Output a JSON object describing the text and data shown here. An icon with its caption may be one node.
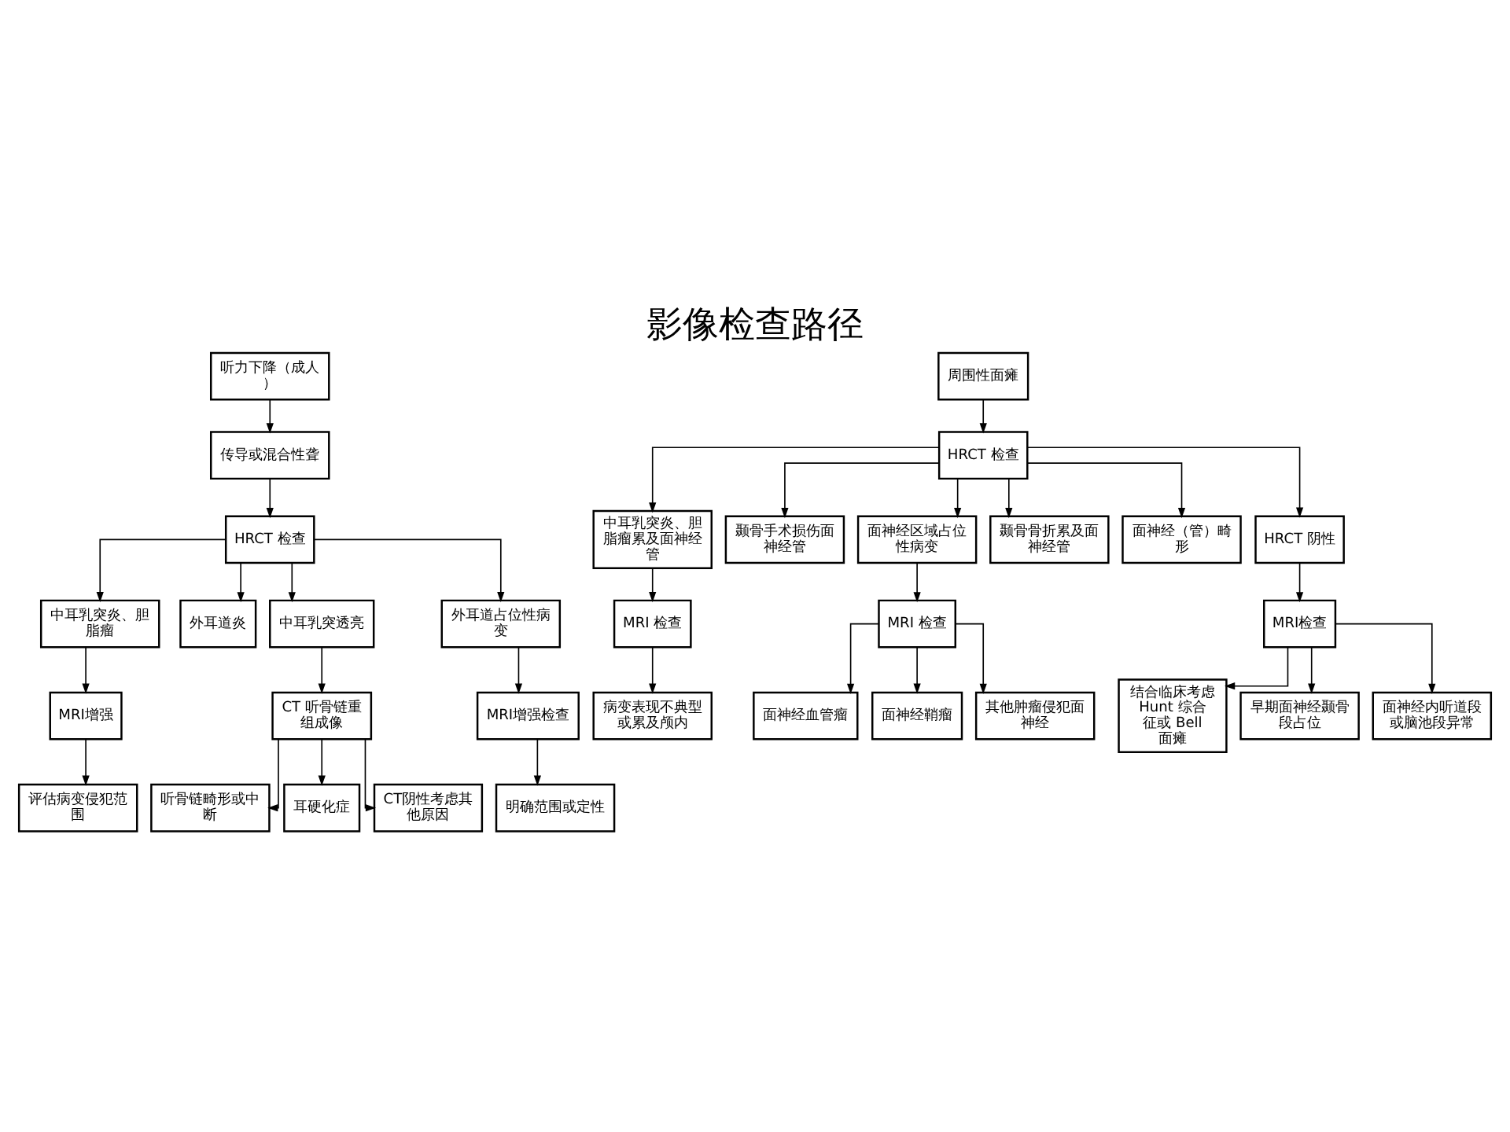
{
  "diagram": {
    "title": "影像检查路径",
    "nodes": [
      {
        "text": [
          "听力下降（成人）"
        ]
      },
      {
        "text": [
          "传导或混合性聋"
        ]
      },
      {
        "text": [
          "HRCT 检查"
        ]
      },
      {
        "text": [
          "中耳乳突炎、胆脂瘤"
        ]
      },
      {
        "text": [
          "外耳道炎"
        ]
      },
      {
        "text": [
          "中耳乳突透亮"
        ]
      },
      {
        "text": [
          "外耳道占位性病变"
        ]
      },
      {
        "text": [
          "MRI增强"
        ]
      },
      {
        "text": [
          "CT 听骨链重组成像"
        ]
      },
      {
        "text": [
          "MRI增强检查"
        ]
      },
      {
        "text": [
          "评估病变侵犯范围"
        ]
      },
      {
        "text": [
          "听骨链畸形或中断"
        ]
      },
      {
        "text": [
          "耳硬化症"
        ]
      },
      {
        "text": [
          "CT阴性考虑其他原因"
        ]
      },
      {
        "text": [
          "明确范围或定性"
        ]
      },
      {
        "text": [
          "周围性面瘫"
        ]
      },
      {
        "text": [
          "HRCT 检查"
        ]
      },
      {
        "text": [
          "中耳乳突炎、胆脂瘤累及面神经管"
        ]
      },
      {
        "text": [
          "颞骨手术损伤面神经管"
        ]
      },
      {
        "text": [
          "面神经区域占位性病变"
        ]
      },
      {
        "text": [
          "颞骨骨折累及面神经管"
        ]
      },
      {
        "text": [
          "面神经（管）畸形"
        ]
      },
      {
        "text": [
          "HRCT 阴性"
        ]
      },
      {
        "text": [
          "MRI 检查"
        ]
      },
      {
        "text": [
          "MRI 检查"
        ]
      },
      {
        "text": [
          "MRI检查"
        ]
      },
      {
        "text": [
          "病变表现不典型或累及颅内"
        ]
      },
      {
        "text": [
          "面神经血管瘤"
        ]
      },
      {
        "text": [
          "面神经鞘瘤"
        ]
      },
      {
        "text": [
          "其他肿瘤侵犯面神经"
        ]
      },
      {
        "text": [
          "结合临床考虑 Hunt 综合征或 Bell 面瘫"
        ]
      },
      {
        "text": [
          "早期面神经颞骨段占位"
        ]
      },
      {
        "text": [
          "面神经内听道段或脑池段异常"
        ]
      }
    ],
    "edges": [
      {
        "from": 0,
        "to": 1,
        "arrow": "to"
      },
      {
        "from": 1,
        "to": 2,
        "arrow": "to"
      },
      {
        "from": 2,
        "to": 3,
        "arrow": "to"
      },
      {
        "from": 2,
        "to": 4,
        "arrow": "to"
      },
      {
        "from": 2,
        "to": 5,
        "arrow": "to"
      },
      {
        "from": 2,
        "to": 6,
        "arrow": "to"
      },
      {
        "from": 3,
        "to": 7,
        "arrow": "to"
      },
      {
        "from": 5,
        "to": 8,
        "arrow": "to"
      },
      {
        "from": 6,
        "to": 9,
        "arrow": "to"
      },
      {
        "from": 7,
        "to": 10,
        "arrow": "to"
      },
      {
        "from": 8,
        "to": 11,
        "arrow": "to"
      },
      {
        "from": 8,
        "to": 12,
        "arrow": "to"
      },
      {
        "from": 8,
        "to": 13,
        "arrow": "to"
      },
      {
        "from": 9,
        "to": 14,
        "arrow": "to"
      },
      {
        "from": 15,
        "to": 16,
        "arrow": "to"
      },
      {
        "from": 16,
        "to": 17,
        "arrow": "to"
      },
      {
        "from": 16,
        "to": 18,
        "arrow": "to"
      },
      {
        "from": 16,
        "to": 19,
        "arrow": "to"
      },
      {
        "from": 16,
        "to": 20,
        "arrow": "to"
      },
      {
        "from": 16,
        "to": 21,
        "arrow": "to"
      },
      {
        "from": 16,
        "to": 22,
        "arrow": "to"
      },
      {
        "from": 17,
        "to": 23,
        "arrow": "to"
      },
      {
        "from": 19,
        "to": 24,
        "arrow": "to"
      },
      {
        "from": 22,
        "to": 25,
        "arrow": "to"
      },
      {
        "from": 23,
        "to": 26,
        "arrow": "to"
      },
      {
        "from": 24,
        "to": 27,
        "arrow": "to"
      },
      {
        "from": 24,
        "to": 28,
        "arrow": "to"
      },
      {
        "from": 24,
        "to": 29,
        "arrow": "to"
      },
      {
        "from": 25,
        "to": 30,
        "arrow": "to"
      },
      {
        "from": 25,
        "to": 31,
        "arrow": "to"
      },
      {
        "from": 25,
        "to": 32,
        "arrow": "to"
      }
    ]
  }
}
